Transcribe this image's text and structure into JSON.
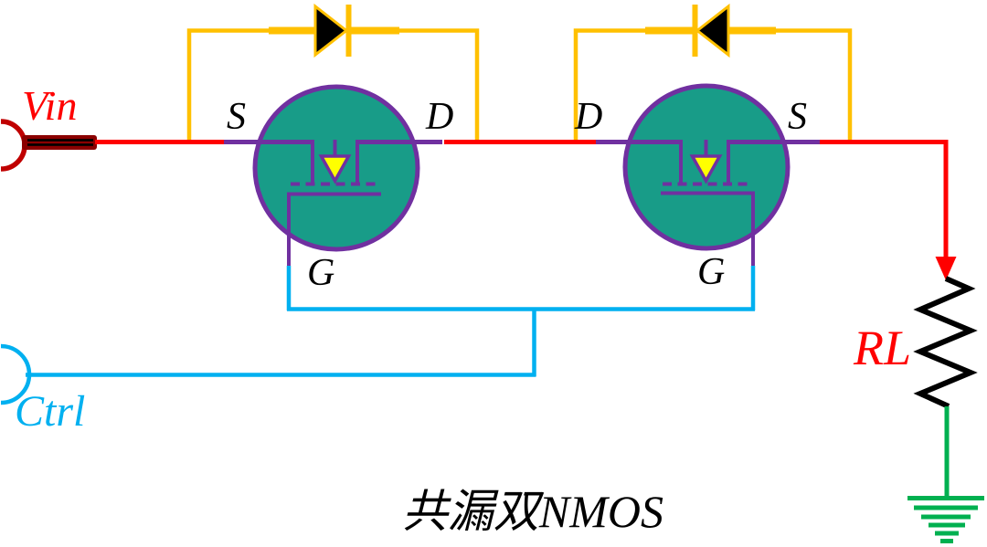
{
  "diagram": {
    "caption": "共漏双NMOS",
    "input": {
      "label": "Vin"
    },
    "control": {
      "label": "Ctrl"
    },
    "load": {
      "label": "RL"
    },
    "mosfet_left": {
      "source_label": "S",
      "drain_label": "D",
      "gate_label": "G"
    },
    "mosfet_right": {
      "drain_label": "D",
      "source_label": "S",
      "gate_label": "G"
    }
  },
  "colors": {
    "wire_red": "#FF0000",
    "terminal_dark_red": "#C00000",
    "terminal_bar_fill": "#8B0000",
    "wire_gold": "#FFC000",
    "wire_cyan": "#00B0F0",
    "wire_green": "#00B050",
    "device_fill": "#189C88",
    "device_stroke": "#7030A0",
    "body_arrow_yellow": "#FFFF00",
    "diode_fill": "#000000",
    "resistor_black": "#000000",
    "label_black": "#000000"
  }
}
